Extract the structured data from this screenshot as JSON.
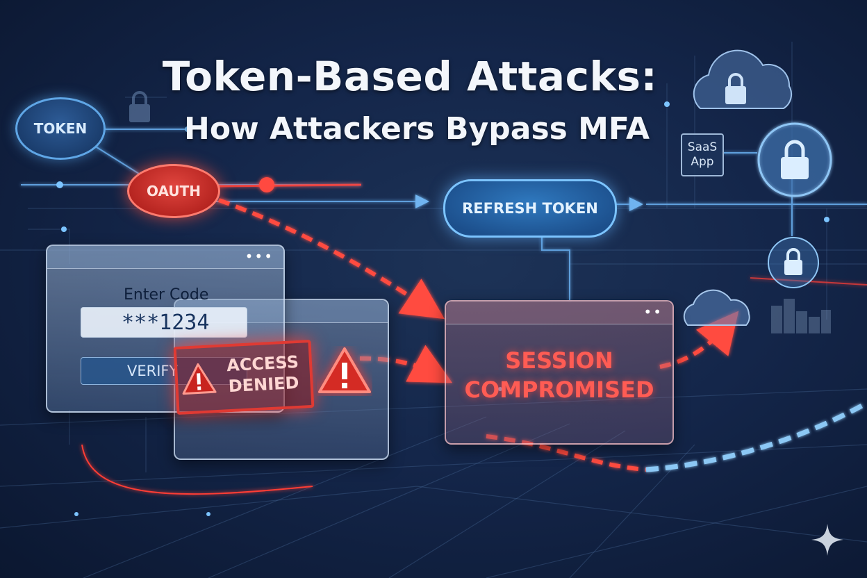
{
  "title": {
    "line1": "Token-Based Attacks:",
    "line2": "How Attackers Bypass MFA"
  },
  "nodes": {
    "token": "TOKEN",
    "oauth": "OAUTH",
    "refresh_token": "REFRESH TOKEN",
    "saas_app": "SaaS App"
  },
  "mfa_window": {
    "label": "Enter Code",
    "code_value": "***1234",
    "verify_label": "VERIFY",
    "menu_icon": "three-dots-icon"
  },
  "alert": {
    "text": "ACCESS DENIED",
    "icon": "warning-triangle-icon"
  },
  "session_window": {
    "text": "SESSION COMPROMISED",
    "menu_icon": "three-dots-icon"
  },
  "icons": [
    "lock-icon",
    "cloud-lock-icon",
    "padlock-circle-icon",
    "cloud-icon",
    "sparkle-icon"
  ],
  "colors": {
    "background": "#14264a",
    "accent_blue": "#5fa6e6",
    "alert_red": "#e03a33",
    "title_text": "#f3f6fb"
  }
}
